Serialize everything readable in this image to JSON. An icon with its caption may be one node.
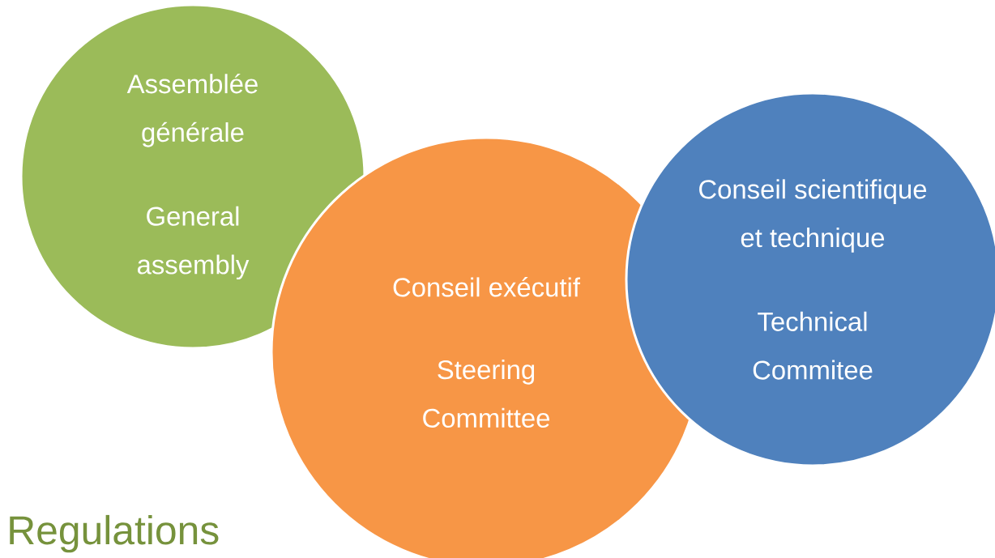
{
  "diagram": {
    "nodes": [
      {
        "text": [
          "Assemblée générale",
          "General assembly"
        ]
      },
      {
        "text": [
          "Conseil exécutif",
          "Steering Committee"
        ]
      },
      {
        "text": [
          "Conseil scientifique et technique",
          "Technical Commitee"
        ]
      }
    ],
    "labels": [
      "Regulations"
    ]
  }
}
